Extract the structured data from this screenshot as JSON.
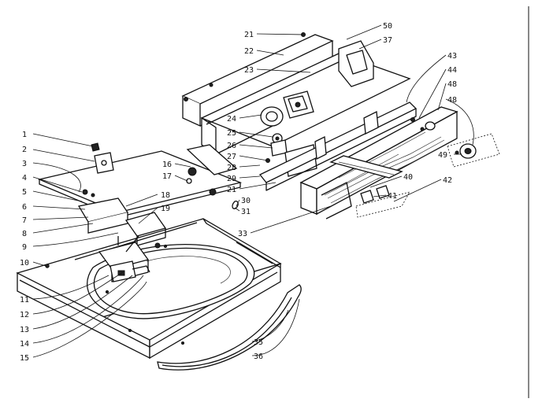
{
  "diagram": {
    "callouts": [
      {
        "id": "c1",
        "text": "1"
      },
      {
        "id": "c2",
        "text": "2"
      },
      {
        "id": "c3",
        "text": "3"
      },
      {
        "id": "c4",
        "text": "4"
      },
      {
        "id": "c5",
        "text": "5"
      },
      {
        "id": "c6",
        "text": "6"
      },
      {
        "id": "c7",
        "text": "7"
      },
      {
        "id": "c8",
        "text": "8"
      },
      {
        "id": "c9",
        "text": "9"
      },
      {
        "id": "c10",
        "text": "10"
      },
      {
        "id": "c11",
        "text": "11"
      },
      {
        "id": "c12",
        "text": "12"
      },
      {
        "id": "c13",
        "text": "13"
      },
      {
        "id": "c14",
        "text": "14"
      },
      {
        "id": "c15",
        "text": "15"
      },
      {
        "id": "c16",
        "text": "16"
      },
      {
        "id": "c17",
        "text": "17"
      },
      {
        "id": "c18",
        "text": "18"
      },
      {
        "id": "c19",
        "text": "19"
      },
      {
        "id": "c21a",
        "text": "21"
      },
      {
        "id": "c21b",
        "text": "21"
      },
      {
        "id": "c22",
        "text": "22"
      },
      {
        "id": "c23",
        "text": "23"
      },
      {
        "id": "c24",
        "text": "24"
      },
      {
        "id": "c25",
        "text": "25"
      },
      {
        "id": "c26",
        "text": "26"
      },
      {
        "id": "c27",
        "text": "27"
      },
      {
        "id": "c28",
        "text": "28"
      },
      {
        "id": "c29",
        "text": "29"
      },
      {
        "id": "c30",
        "text": "30"
      },
      {
        "id": "c31",
        "text": "31"
      },
      {
        "id": "c33",
        "text": "33"
      },
      {
        "id": "c35",
        "text": "35"
      },
      {
        "id": "c36",
        "text": "36"
      },
      {
        "id": "c37",
        "text": "37"
      },
      {
        "id": "c40",
        "text": "40"
      },
      {
        "id": "c41",
        "text": "41"
      },
      {
        "id": "c42",
        "text": "42"
      },
      {
        "id": "c43",
        "text": "43"
      },
      {
        "id": "c44",
        "text": "44"
      },
      {
        "id": "c48a",
        "text": "48"
      },
      {
        "id": "c48b",
        "text": "48"
      },
      {
        "id": "c49",
        "text": "49"
      },
      {
        "id": "c50",
        "text": "50"
      }
    ]
  }
}
